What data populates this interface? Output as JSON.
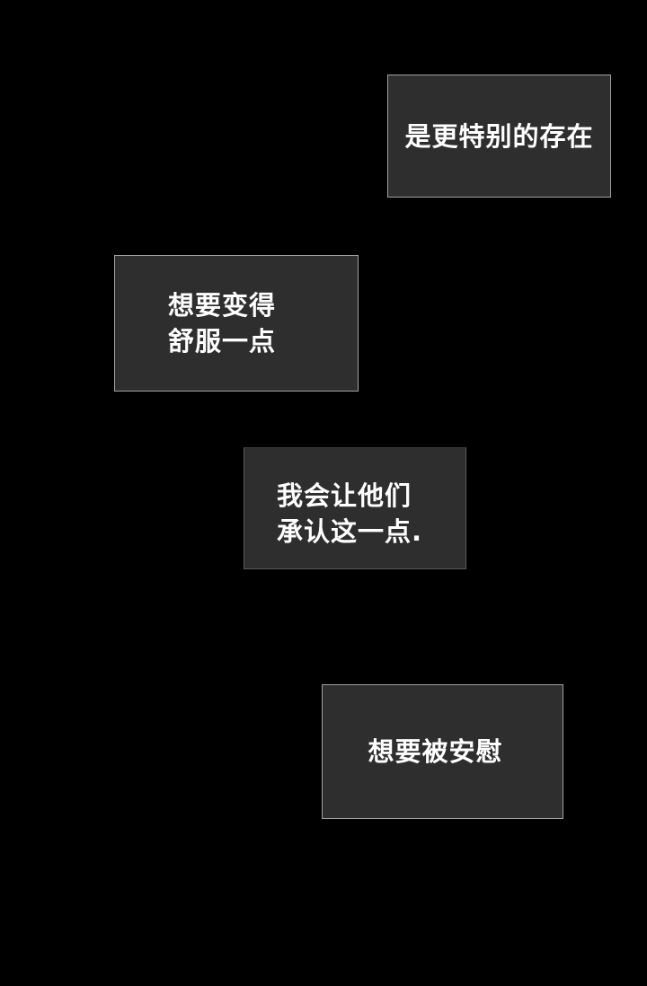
{
  "page": {
    "kind": "comic-page",
    "background_color": "#000000",
    "panel_fill_color": "#2e2e2e",
    "panel_border_color": "#a2a2a2",
    "panel_border_dim_color": "#5a5a5a",
    "text_color": "#ffffff",
    "panels": [
      {
        "id": 1,
        "text": "是更特别的存在"
      },
      {
        "id": 2,
        "text": "想要变得\n舒服一点"
      },
      {
        "id": 3,
        "text": "我会让他们\n承认这一点."
      },
      {
        "id": 4,
        "text": "想要被安慰"
      }
    ]
  }
}
